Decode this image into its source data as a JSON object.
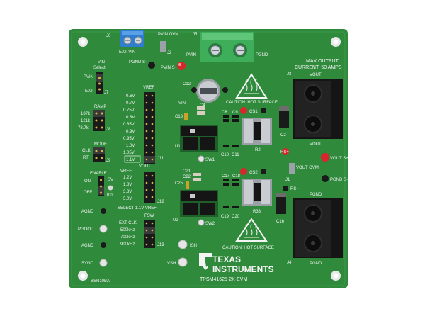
{
  "colors": {
    "pcb": "#2f8a3c",
    "pcb_dark": "#246d2f",
    "silk": "#f4f4f4",
    "terminal_blue": "#2e7dd1",
    "terminal_green": "#3fae5a",
    "led_red": "#d8262c",
    "header_black": "#1a1a1a"
  },
  "connectors": {
    "j6": "J6",
    "ext_vin": "EXT VIN",
    "pvin_ovm": "PVIN OVM",
    "j2": "J2",
    "pgnd_minus": "PGND S−",
    "pvin_plus": "PVIN S+",
    "j5": "J5",
    "pvin": "PVIN",
    "pgnd": "PGND"
  },
  "vin_select": {
    "title1": "VIN",
    "title2": "Select",
    "opt1": "PVIN",
    "opt2": "EXT",
    "ref": "J7"
  },
  "ramp": {
    "title": "RAMP",
    "opts": [
      "187k",
      "121k",
      "78.7k"
    ],
    "ref": "J8"
  },
  "mode": {
    "title": "MODE",
    "opts": [
      "CLK",
      "RT"
    ],
    "ref": "J9"
  },
  "enable": {
    "title": "ENABLE",
    "on": "ON",
    "off": "OFF",
    "sv": "SV",
    "ref": "J10"
  },
  "vref": {
    "title": "VREF",
    "values": [
      "0.6V",
      "0.7V",
      "0.75V",
      "0.8V",
      "0.85V",
      "0.9V",
      "0.95V",
      "1.0V",
      "1.05V",
      "1.1V"
    ],
    "ref": "J11"
  },
  "vout_sel": {
    "title": "VOUT",
    "values": [
      "1.2V",
      "1.8V",
      "3.3V",
      "5.0V"
    ],
    "prefix": "VREF",
    "note": "SELECT 1.1V VREF",
    "ref": "J12"
  },
  "fsw": {
    "title": "FSW",
    "values": [
      "EXT CLK",
      "500kHz",
      "700kHz",
      "900kHz"
    ],
    "ref": "J13"
  },
  "left_pads": [
    "AGND",
    "PGOOD",
    "AGND",
    "SYNC"
  ],
  "components": {
    "c12": "C12",
    "vin": "VIN",
    "c4": "C4",
    "c13": "C13",
    "u1": "U1",
    "sw1": "SW1",
    "c21": "C21",
    "c22": "C22",
    "c25": "C25",
    "u2": "U2",
    "sw2": "SW2",
    "c8": "C8",
    "c9": "C9",
    "cs1": "CS1",
    "c2": "C2",
    "r2": "R2",
    "c10": "C10",
    "c11": "C11",
    "c17": "C17",
    "c18": "C18",
    "cs2": "CS2",
    "r33": "R33",
    "c19": "C19",
    "c20": "C20",
    "c16": "C16",
    "ish": "ISH",
    "vsh": "VSH",
    "bsr": "BSR10BA"
  },
  "warnings": {
    "hot_surface": "CAUTION: HOT SURFACE"
  },
  "output": {
    "max1": "MAX OUTPUT",
    "max2": "CURRENT: 50 AMPS",
    "j3": "J3",
    "vout": "VOUT",
    "j4": "J4",
    "pgnd": "PGND",
    "rs_plus": "RS+",
    "rs_minus": "RS−",
    "vout_plus": "VOUT S+",
    "pgnd_minus": "PGND S−",
    "vout_ovm": "VOUT OVM",
    "j1": "J1"
  },
  "logo": {
    "line1": "TEXAS",
    "line2": "INSTRUMENTS",
    "model": "TPSM41625-2X-EVM"
  }
}
